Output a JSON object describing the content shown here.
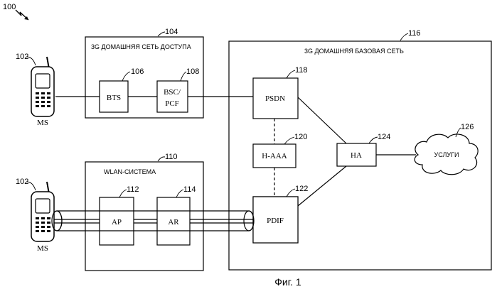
{
  "figure": {
    "ref_100": "100",
    "caption": "Фиг. 1"
  },
  "access_network": {
    "ref": "104",
    "title": "3G ДОМАШНЯЯ СЕТЬ ДОСТУПА",
    "bts": {
      "label": "BTS",
      "ref": "106"
    },
    "bsc": {
      "line1": "BSC/",
      "line2": "PCF",
      "ref": "108"
    }
  },
  "core_network": {
    "ref": "116",
    "title": "3G ДОМАШНЯЯ БАЗОВАЯ СЕТЬ",
    "psdn": {
      "label": "PSDN",
      "ref": "118"
    },
    "haaa": {
      "label": "H-AAA",
      "ref": "120"
    },
    "pdif": {
      "label": "PDIF",
      "ref": "122"
    },
    "ha": {
      "label": "HA",
      "ref": "124"
    }
  },
  "services": {
    "label": "УСЛУГИ",
    "ref": "126"
  },
  "wlan": {
    "ref": "110",
    "title": "WLAN-СИСТЕМА",
    "ap": {
      "label": "AP",
      "ref": "112"
    },
    "ar": {
      "label": "AR",
      "ref": "114"
    }
  },
  "mobile_stations": [
    {
      "label": "MS",
      "ref": "102"
    },
    {
      "label": "MS",
      "ref": "102"
    }
  ]
}
